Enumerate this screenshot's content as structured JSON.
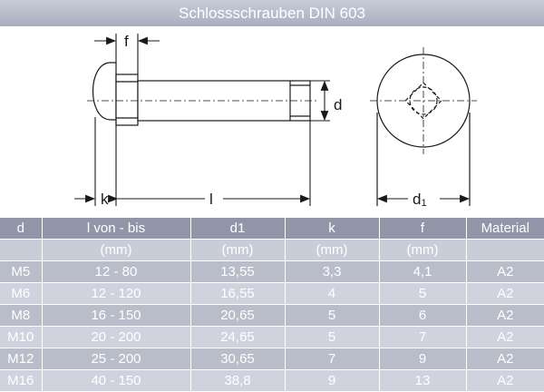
{
  "title": "Schlossschrauben DIN 603",
  "drawing": {
    "label_f": "f",
    "label_d": "d",
    "label_k": "k",
    "label_l": "l",
    "label_d1_main": "d",
    "label_d1_sub": "1"
  },
  "table": {
    "headers": [
      "d",
      "l von - bis",
      "d1",
      "k",
      "f",
      "Material"
    ],
    "units": [
      "",
      "(mm)",
      "(mm)",
      "(mm)",
      "(mm)",
      ""
    ],
    "rows": [
      [
        "M5",
        "12 - 80",
        "13,55",
        "3,3",
        "4,1",
        "A2"
      ],
      [
        "M6",
        "12 - 120",
        "16,55",
        "4",
        "5",
        "A2"
      ],
      [
        "M8",
        "16 - 150",
        "20,65",
        "5",
        "6",
        "A2"
      ],
      [
        "M10",
        "20 - 200",
        "24,65",
        "5",
        "7",
        "A2"
      ],
      [
        "M12",
        "25 - 200",
        "30,65",
        "7",
        "9",
        "A2"
      ],
      [
        "M16",
        "40 - 150",
        "38,8",
        "9",
        "13",
        "A2"
      ]
    ]
  },
  "colors": {
    "title_bar": "#b3b8c7",
    "header_row": "#9096a8",
    "row_dark": "#b9bdca",
    "row_light": "#d0d3dd",
    "drawing_stroke": "#1a1a1a"
  }
}
